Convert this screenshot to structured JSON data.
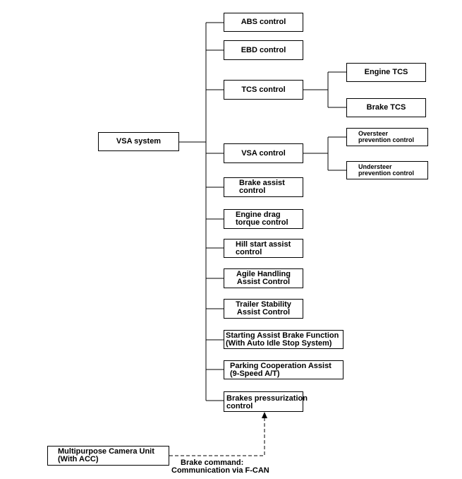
{
  "root": {
    "label": "VSA system"
  },
  "controls": {
    "abs": [
      "ABS control"
    ],
    "ebd": [
      "EBD control"
    ],
    "tcs": [
      "TCS control"
    ],
    "vsa": [
      "VSA control"
    ],
    "brake_assist": [
      "Brake assist",
      "control"
    ],
    "engine_drag": [
      "Engine drag",
      "torque control"
    ],
    "hill_start": [
      "Hill start assist",
      "control"
    ],
    "agile_handling": [
      "Agile Handling",
      "Assist Control"
    ],
    "trailer_stability": [
      "Trailer Stability",
      "Assist Control"
    ],
    "starting_assist": [
      "Starting Assist Brake Function",
      "(With Auto Idle Stop System)"
    ],
    "parking_coop": [
      "Parking Cooperation Assist",
      "(9-Speed A/T)"
    ],
    "brakes_pressurization": [
      "Brakes pressurization",
      "control"
    ]
  },
  "tcs_children": {
    "engine_tcs": [
      "Engine TCS"
    ],
    "brake_tcs": [
      "Brake TCS"
    ]
  },
  "vsa_children": {
    "oversteer": [
      "Oversteer",
      "prevention control"
    ],
    "understeer": [
      "Understeer",
      "prevention control"
    ]
  },
  "camera_unit": [
    "Multipurpose Camera Unit",
    "(With ACC)"
  ],
  "link_label": [
    "Brake command:",
    "Communication via F-CAN"
  ]
}
